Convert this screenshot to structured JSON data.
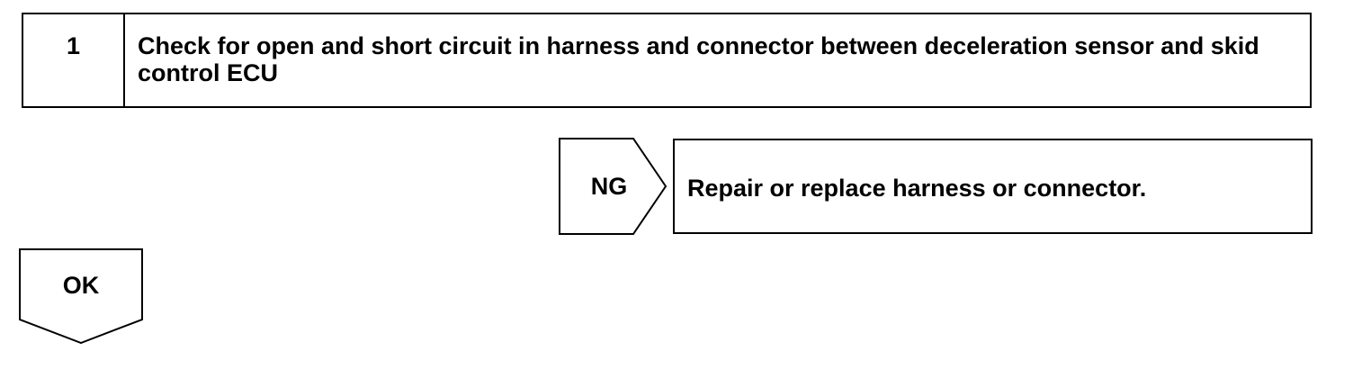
{
  "step": {
    "number": "1",
    "title": "Check for open and short circuit in harness and connector between deceleration sensor and skid control ECU"
  },
  "ng_branch": {
    "label": "NG",
    "action": "Repair or replace harness or connector."
  },
  "ok_branch": {
    "label": "OK"
  },
  "colors": {
    "line": "#000000",
    "background": "#ffffff"
  }
}
